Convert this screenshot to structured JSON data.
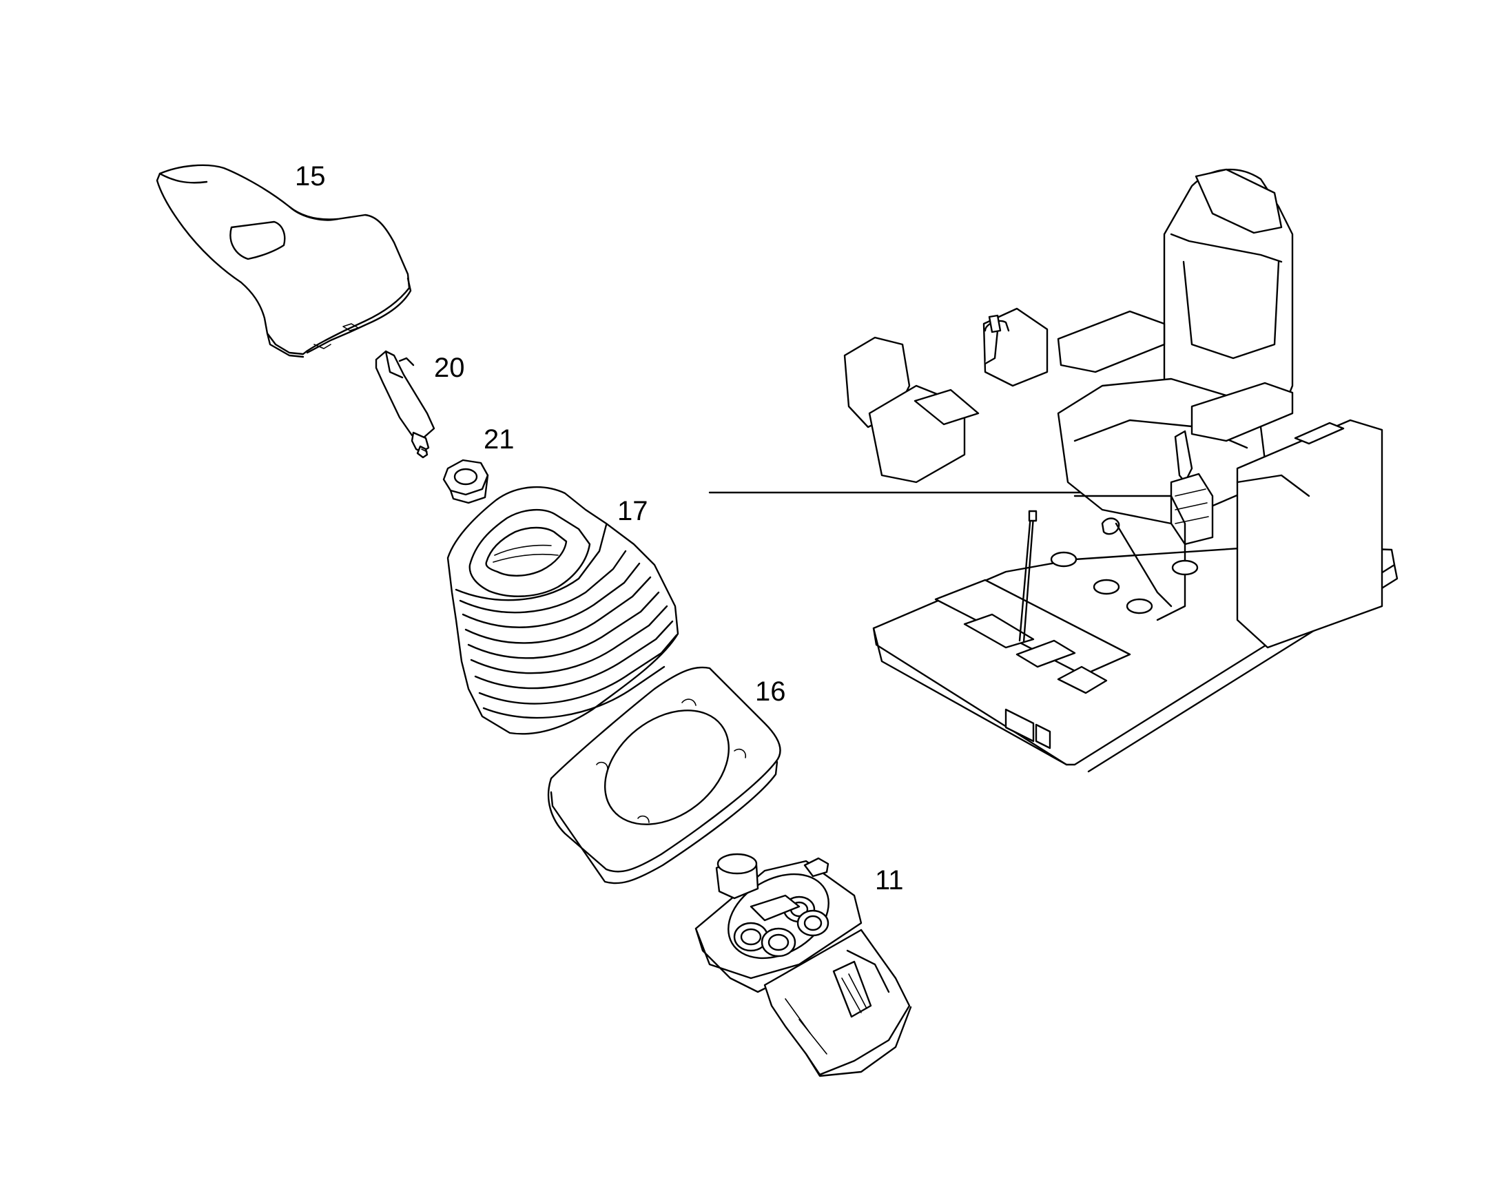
{
  "diagram": {
    "callouts": [
      {
        "id": "15",
        "label": "15"
      },
      {
        "id": "20",
        "label": "20"
      },
      {
        "id": "21",
        "label": "21"
      },
      {
        "id": "17",
        "label": "17"
      },
      {
        "id": "16",
        "label": "16"
      },
      {
        "id": "11",
        "label": "11"
      }
    ],
    "colors": {
      "ink": "#000000",
      "paper": "#ffffff"
    }
  }
}
